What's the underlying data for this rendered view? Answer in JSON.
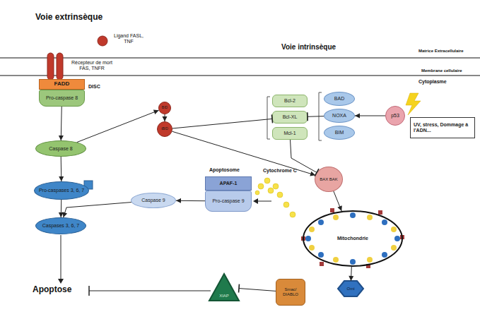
{
  "diagram": {
    "nodes": [
      {
        "text": [
          "FADD"
        ]
      },
      {
        "text": [
          "Pro-caspase 8"
        ]
      },
      {
        "text": [
          "BID"
        ]
      },
      {
        "text": [
          "tBID"
        ]
      },
      {
        "text": [
          "Bcl-2"
        ]
      },
      {
        "text": [
          "Bcl-XL"
        ]
      },
      {
        "text": [
          "Mcl-1"
        ]
      },
      {
        "text": [
          "BAD"
        ]
      },
      {
        "text": [
          "NOXA"
        ]
      },
      {
        "text": [
          "BIM"
        ]
      },
      {
        "text": [
          "p53"
        ]
      },
      {
        "text": [
          "UV, stress, Dommage à l'ADN..."
        ]
      },
      {
        "text": [
          "Caspase 8"
        ]
      },
      {
        "text": [
          "BAX BAK"
        ]
      },
      {
        "text": [
          "APAF-1"
        ]
      },
      {
        "text": [
          "Pro-caspase 9"
        ]
      },
      {
        "text": [
          "Pro-caspases 3, 6, 7"
        ]
      },
      {
        "text": [
          "Caspase 9"
        ]
      },
      {
        "text": [
          "Mitochondrie"
        ]
      },
      {
        "text": [
          "Caspases 3, 6, 7"
        ]
      },
      {
        "text": [
          "XIAP"
        ]
      },
      {
        "text": [
          "Smac/ DIABLO"
        ]
      },
      {
        "text": [
          "Omi"
        ]
      }
    ],
    "edges": [
      {
        "from": 1,
        "to": 12,
        "arrow": "to"
      },
      {
        "from": 12,
        "to": 16,
        "arrow": "to"
      },
      {
        "from": 16,
        "to": 19,
        "arrow": "to"
      },
      {
        "from": 12,
        "to": 2,
        "arrow": "to"
      },
      {
        "from": 2,
        "to": 3,
        "arrow": "to"
      },
      {
        "from": 3,
        "to": 5,
        "arrow": "to"
      },
      {
        "from": 3,
        "to": 13,
        "arrow": "to"
      },
      {
        "from": 8,
        "to": 5,
        "arrow": "to"
      },
      {
        "from": 10,
        "to": 8,
        "arrow": "to"
      },
      {
        "from": 6,
        "to": 13,
        "arrow": "to"
      },
      {
        "from": 13,
        "to": 18,
        "arrow": "to"
      },
      {
        "from": 18,
        "to": 22,
        "arrow": "to"
      },
      {
        "from": 15,
        "to": 17,
        "arrow": "to"
      },
      {
        "from": 17,
        "to": 19,
        "arrow": "to"
      },
      {
        "from": 21,
        "to": 20,
        "arrow": "to"
      }
    ],
    "labels": [
      "Voie extrinsèque",
      "Ligand FASL, TNF",
      "Voie intrinsèque",
      "Matrice Extracellulaire",
      "Récepteur de mort FAS, TNFR",
      "Membrane cellulaire",
      "DISC",
      "Cytoplasme",
      "Apoptosome",
      "Cytochrome C",
      "Apoptose"
    ]
  }
}
